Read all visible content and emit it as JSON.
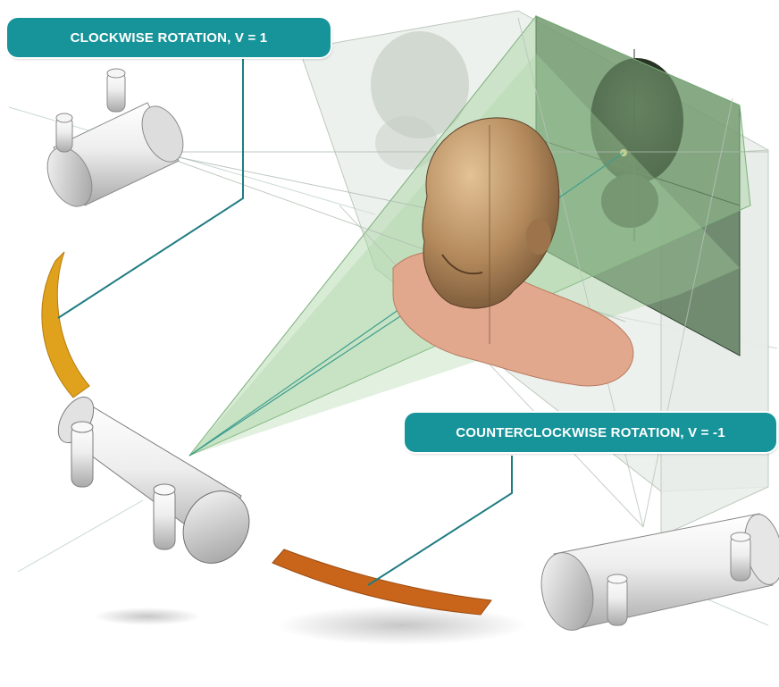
{
  "labels": {
    "clockwise": "CLOCKWISE ROTATION, V = 1",
    "counterclockwise": "COUNTERCLOCKWISE ROTATION, V = -1"
  },
  "colors": {
    "callout_bg": "#17949a",
    "leader_line": "#1f7c82",
    "arc_clockwise": "#e0a11c",
    "arc_counterclockwise": "#c9651a",
    "projection_beam": "#9fcf9a",
    "detector_panel": "#4f6f4f",
    "head_skin": "#b98e62",
    "shoulders_skin": "#e1a88d"
  },
  "icons": {
    "source_top": "x-ray-tube-icon",
    "source_left": "x-ray-tube-icon",
    "source_bottom_right": "x-ray-tube-icon",
    "subject": "human-head-model",
    "detector": "detector-panel-with-xray-image"
  }
}
